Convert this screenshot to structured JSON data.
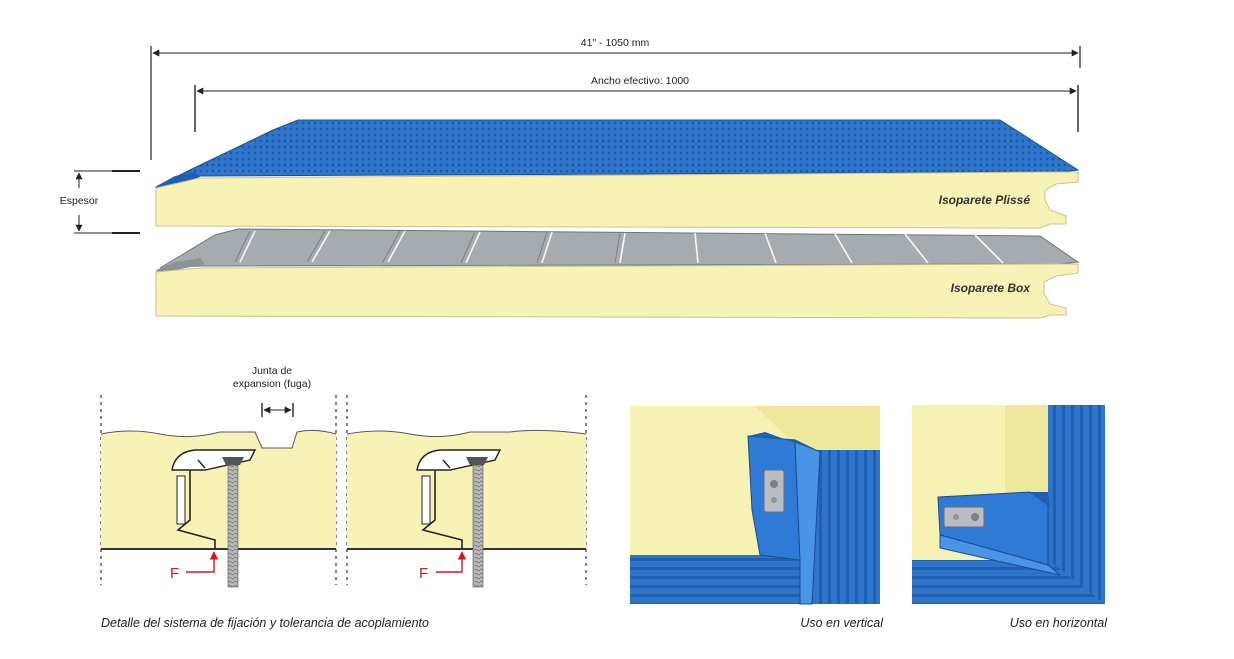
{
  "dimensions": {
    "overall_width": "41\" - 1050 mm",
    "effective_width": "Ancho efectivo: 1000",
    "thickness": "Espesor"
  },
  "panels": {
    "top": "Isoparete Plissé",
    "bottom": "Isoparete Box"
  },
  "details": {
    "expansion_joint_line1": "Junta de",
    "expansion_joint_line2": "expansion (fuga)",
    "force_label_left": "F",
    "force_label_right": "F",
    "caption_fixing": "Detalle del sistema de fijación y tolerancia de acoplamiento",
    "caption_vertical": "Uso en vertical",
    "caption_horizontal": "Uso en horizontal"
  },
  "colors": {
    "foam": "#f6f2b4",
    "steel_blue": "#2a6fc4",
    "steel_grey": "#a9aeb3",
    "force_arrow": "#d8141e"
  }
}
